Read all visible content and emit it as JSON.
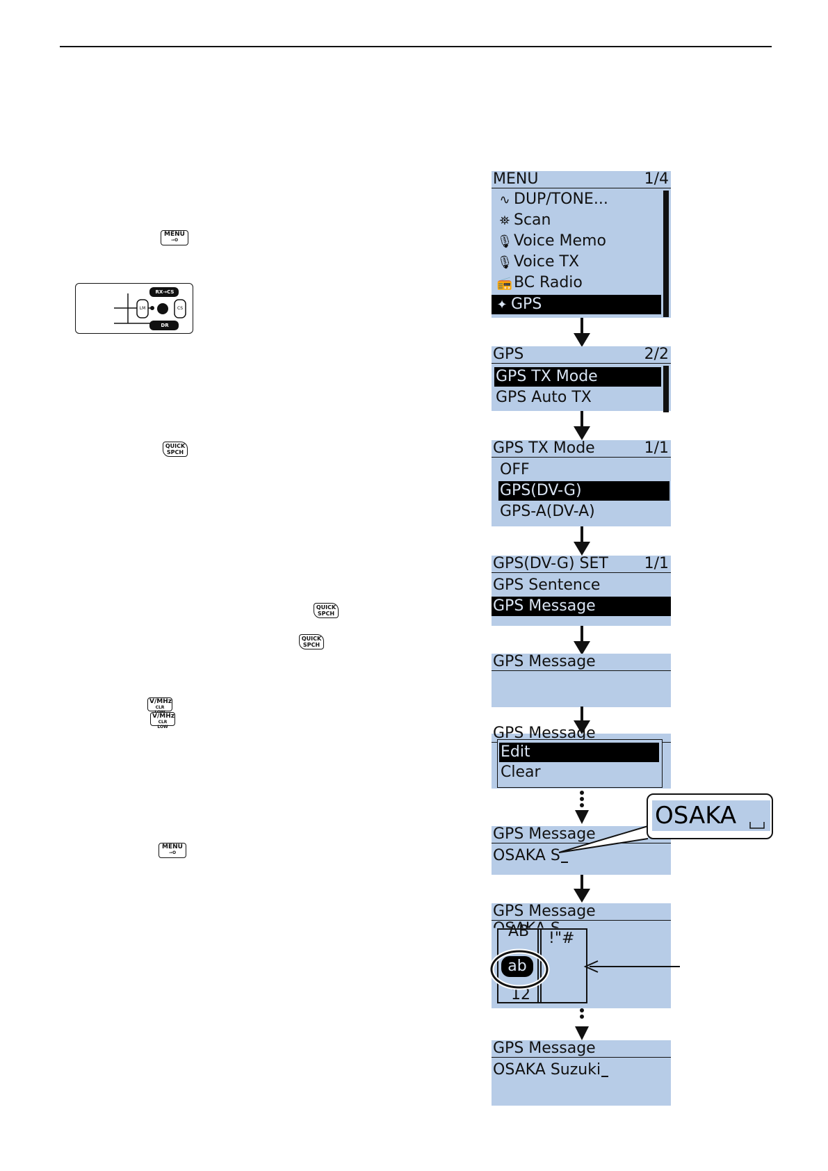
{
  "keys": {
    "menu": "MENU",
    "menu_sub": "⊸O",
    "quick_top": "QUICK",
    "quick_bottom": "SPCH",
    "vmhz_top": "V/MHz",
    "vmhz_bottom": "CLR LOW"
  },
  "dial": {
    "top_key": "RX→CS",
    "left_key": "LM",
    "right_key": "CS",
    "bottom_key": "DR"
  },
  "screens": {
    "menu": {
      "title": "MENU",
      "page": "1/4",
      "items": [
        {
          "icon": "∿",
          "label": "DUP/TONE..."
        },
        {
          "icon": "⛯",
          "label": "Scan"
        },
        {
          "icon": "🎙",
          "label": "Voice Memo"
        },
        {
          "icon": "🎙",
          "label": "Voice TX"
        },
        {
          "icon": "📻",
          "label": "BC Radio"
        },
        {
          "icon": "✦",
          "label": "GPS"
        }
      ]
    },
    "gps": {
      "title": "GPS",
      "page": "2/2",
      "items": [
        "GPS TX Mode",
        "GPS Auto TX"
      ]
    },
    "gps_tx_mode": {
      "title": "GPS TX Mode",
      "page": "1/1",
      "items": [
        "OFF",
        "GPS(DV-G)",
        "GPS-A(DV-A)"
      ]
    },
    "dvg_set": {
      "title": "GPS(DV-G) SET",
      "page": "1/1",
      "items": [
        "GPS Sentence",
        "GPS Message"
      ]
    },
    "gps_message_empty": {
      "title": "GPS Message"
    },
    "edit_popup": {
      "title": "GPS Message",
      "items": [
        "Edit",
        "Clear"
      ]
    },
    "gps_message_s": {
      "title": "GPS Message",
      "value": "OSAKA S"
    },
    "callout": {
      "value": "OSAKA"
    },
    "char_select": {
      "title": "GPS Message",
      "value": "OSAKA S",
      "opt1": "AB",
      "opt2": "!\"#",
      "opt3": "ab",
      "opt4": "12"
    },
    "gps_message_final": {
      "title": "GPS Message",
      "value": "OSAKA Suzuki"
    }
  }
}
